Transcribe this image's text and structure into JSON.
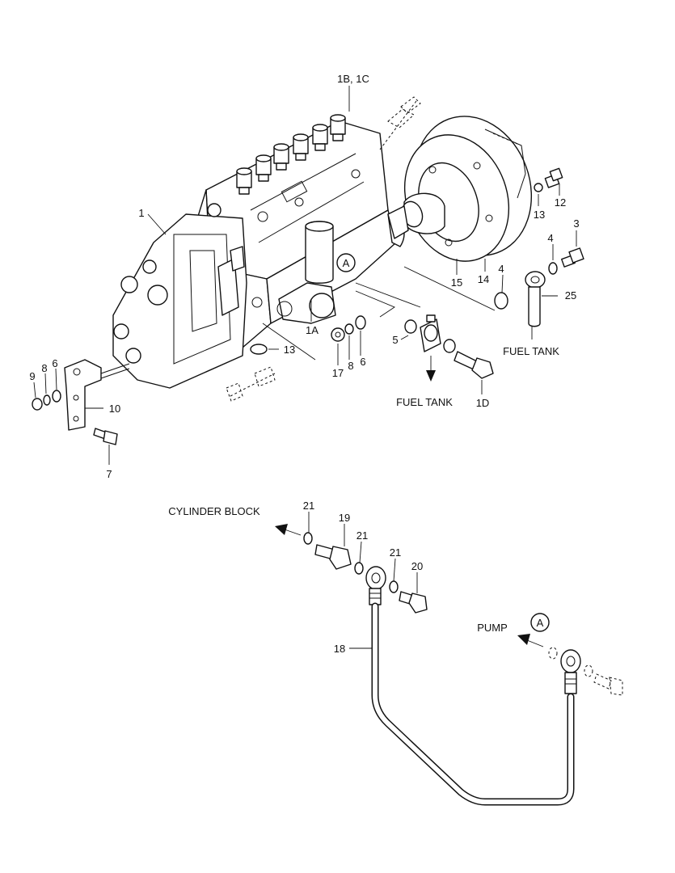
{
  "callouts": {
    "p1b1c": "1B, 1C",
    "p1": "1",
    "p12": "12",
    "p13a": "13",
    "p3": "3",
    "p4a": "4",
    "p4b": "4",
    "p25": "25",
    "p15": "15",
    "p14": "14",
    "p1a": "1A",
    "p13b": "13",
    "p5": "5",
    "p6a": "6",
    "p8a": "8",
    "p17": "17",
    "p1d": "1D",
    "p9": "9",
    "p8b": "8",
    "p6b": "6",
    "p10": "10",
    "p7": "7",
    "p21a": "21",
    "p19": "19",
    "p21b": "21",
    "p21c": "21",
    "p20": "20",
    "p18": "18"
  },
  "texts": {
    "fuel_tank_right": "FUEL TANK",
    "fuel_tank_bottom": "FUEL TANK",
    "cylinder_block": "CYLINDER BLOCK",
    "pump": "PUMP"
  },
  "reference_marks": {
    "upper": "A",
    "lower": "A"
  }
}
